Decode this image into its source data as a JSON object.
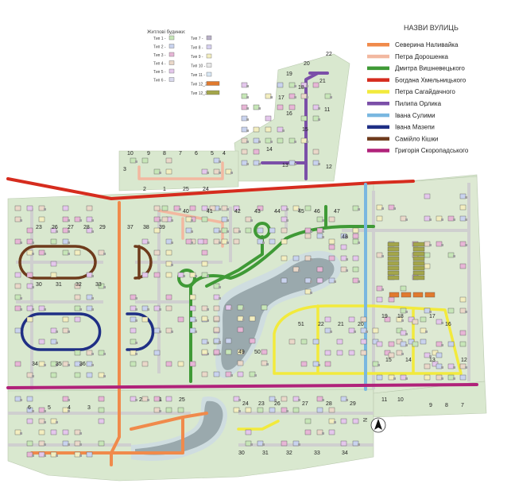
{
  "legend": {
    "title": "НАЗВИ ВУЛИЦЬ",
    "streets": [
      {
        "name": "Северина Наливайка",
        "color": "#f08a4b"
      },
      {
        "name": "Петра Дорошенка",
        "color": "#f2b8a0"
      },
      {
        "name": "Дмитра Вишневецького",
        "color": "#3f9a36"
      },
      {
        "name": "Богдана Хмельницького",
        "color": "#d62c1e"
      },
      {
        "name": "Петра Сагайдачного",
        "color": "#f2ea3c"
      },
      {
        "name": "Пилипа Орлика",
        "color": "#7b4fa8"
      },
      {
        "name": "Івана Сулими",
        "color": "#79b7e0"
      },
      {
        "name": "Івана Мазепи",
        "color": "#1f2f85"
      },
      {
        "name": "Самійло Кішки",
        "color": "#6e3b1c"
      },
      {
        "name": "Григорія Скоропадського",
        "color": "#b0227a"
      }
    ]
  },
  "house_types": {
    "title": "Житлові будинки:",
    "types": [
      "Тип 1 -",
      "Тип 2 -",
      "Тип 3 -",
      "Тип 4 -",
      "Тип 5 -",
      "Тип 6 -",
      "Тип 7 -",
      "Тип 8 -",
      "Тип 9 -",
      "Тип 10 -",
      "Тип 11 -",
      "Тип 12_2 -",
      "Тип 12_3 -"
    ]
  },
  "compass": "N",
  "colors": {
    "ground": "#d9e8cf",
    "water": "#9aa9ad",
    "water_edge": "#cfdde0",
    "grey_road": "#c9c9c9"
  },
  "lot_labels": [
    "22",
    "21",
    "20",
    "19",
    "18",
    "17",
    "16",
    "15",
    "14",
    "13",
    "12",
    "11",
    "10",
    "9",
    "8",
    "7",
    "6",
    "5",
    "4",
    "3",
    "2",
    "1",
    "25",
    "24",
    "23",
    "26",
    "27",
    "28",
    "29",
    "30",
    "31",
    "32",
    "33",
    "34",
    "35",
    "36",
    "37",
    "38",
    "39",
    "40",
    "41",
    "42",
    "43",
    "44",
    "45",
    "46",
    "47",
    "48",
    "49",
    "50",
    "51"
  ]
}
